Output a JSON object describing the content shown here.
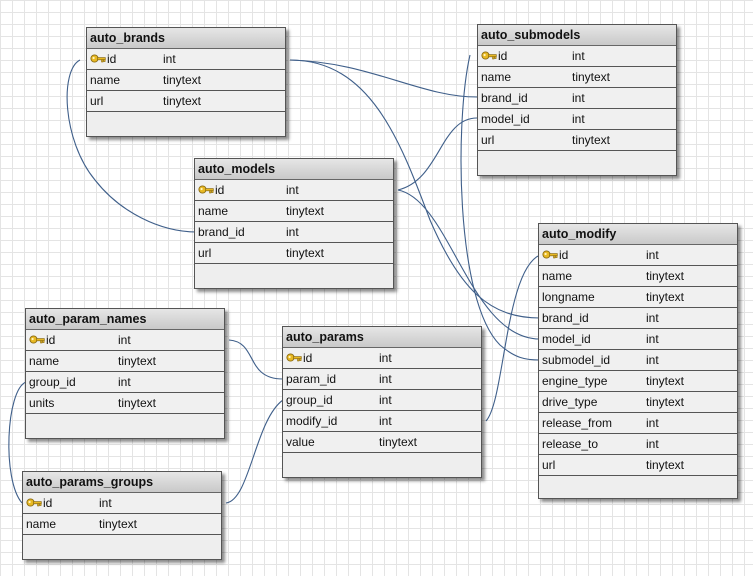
{
  "tables": [
    {
      "name": "auto_brands",
      "fields": [
        {
          "name": "id",
          "type": "int",
          "pk": true
        },
        {
          "name": "name",
          "type": "tinytext"
        },
        {
          "name": "url",
          "type": "tinytext"
        }
      ]
    },
    {
      "name": "auto_submodels",
      "fields": [
        {
          "name": "id",
          "type": "int",
          "pk": true
        },
        {
          "name": "name",
          "type": "tinytext"
        },
        {
          "name": "brand_id",
          "type": "int"
        },
        {
          "name": "model_id",
          "type": "int"
        },
        {
          "name": "url",
          "type": "tinytext"
        }
      ]
    },
    {
      "name": "auto_models",
      "fields": [
        {
          "name": "id",
          "type": "int",
          "pk": true
        },
        {
          "name": "name",
          "type": "tinytext"
        },
        {
          "name": "brand_id",
          "type": "int"
        },
        {
          "name": "url",
          "type": "tinytext"
        }
      ]
    },
    {
      "name": "auto_modify",
      "fields": [
        {
          "name": "id",
          "type": "int",
          "pk": true
        },
        {
          "name": "name",
          "type": "tinytext"
        },
        {
          "name": "longname",
          "type": "tinytext"
        },
        {
          "name": "brand_id",
          "type": "int"
        },
        {
          "name": "model_id",
          "type": "int"
        },
        {
          "name": "submodel_id",
          "type": "int"
        },
        {
          "name": "engine_type",
          "type": "tinytext"
        },
        {
          "name": "drive_type",
          "type": "tinytext"
        },
        {
          "name": "release_from",
          "type": "int"
        },
        {
          "name": "release_to",
          "type": "int"
        },
        {
          "name": "url",
          "type": "tinytext"
        }
      ]
    },
    {
      "name": "auto_param_names",
      "fields": [
        {
          "name": "id",
          "type": "int",
          "pk": true
        },
        {
          "name": "name",
          "type": "tinytext"
        },
        {
          "name": "group_id",
          "type": "int"
        },
        {
          "name": "units",
          "type": "tinytext"
        }
      ]
    },
    {
      "name": "auto_params",
      "fields": [
        {
          "name": "id",
          "type": "int",
          "pk": true
        },
        {
          "name": "param_id",
          "type": "int"
        },
        {
          "name": "group_id",
          "type": "int"
        },
        {
          "name": "modify_id",
          "type": "int"
        },
        {
          "name": "value",
          "type": "tinytext"
        }
      ]
    },
    {
      "name": "auto_params_groups",
      "fields": [
        {
          "name": "id",
          "type": "int",
          "pk": true
        },
        {
          "name": "name",
          "type": "tinytext"
        }
      ]
    }
  ],
  "colors": {
    "link": "#3f5f8a",
    "key_fill": "#e8b923"
  },
  "icons": {
    "primary_key": "key-icon"
  }
}
